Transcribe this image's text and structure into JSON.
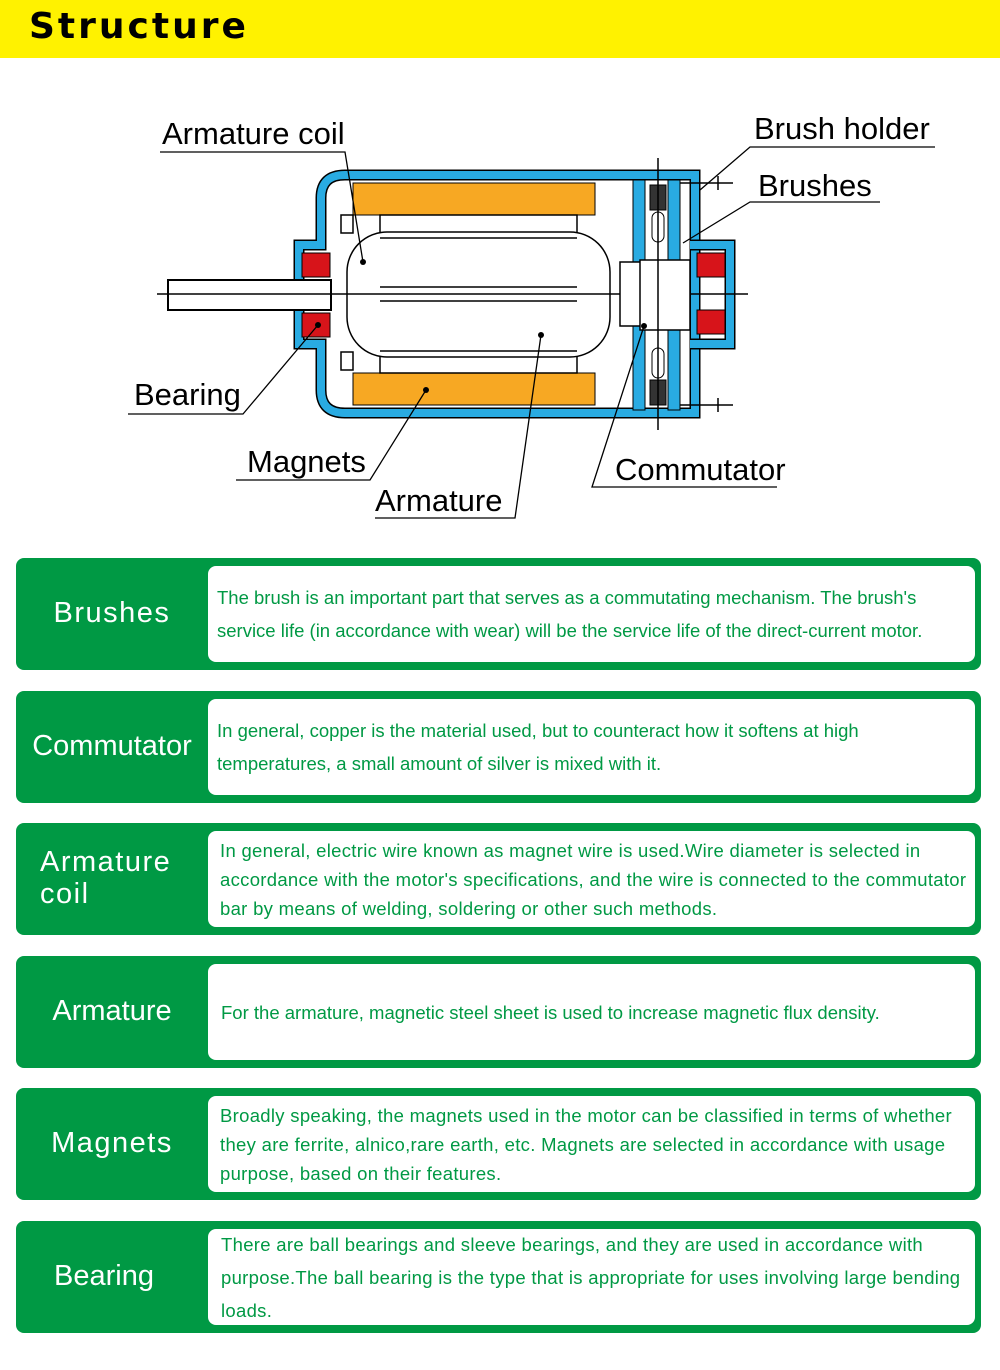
{
  "header": {
    "title": "Structure"
  },
  "diagram": {
    "labels": {
      "armature_coil": "Armature coil",
      "brush_holder": "Brush holder",
      "brushes": "Brushes",
      "bearing": "Bearing",
      "magnets": "Magnets",
      "armature": "Armature",
      "commutator": "Commutator"
    },
    "colors": {
      "housing": "#29abe2",
      "magnets": "#f7a823",
      "bearings": "#d7141a"
    }
  },
  "parts": [
    {
      "name": "Brushes",
      "description": "The brush is an important part that serves as a commutating mechanism. The brush's service life (in accordance with wear) will be the service life of the direct-current motor."
    },
    {
      "name": "Commutator",
      "description": "In general, copper is the material used, but to counteract how it softens at high temperatures, a small amount of silver is mixed with it."
    },
    {
      "name": "Armature coil",
      "description": "In general, electric wire known as magnet wire is used.Wire diameter is selected in accordance with the motor's specifications, and the wire is connected to the commutator bar by means of welding, soldering or other such methods."
    },
    {
      "name": "Armature",
      "description": "For the armature, magnetic steel sheet is used to increase magnetic flux density."
    },
    {
      "name": "Magnets",
      "description": "Broadly speaking, the magnets used in the motor can be classified in terms of whether they are ferrite, alnico,rare earth, etc. Magnets are selected in accordance with usage purpose, based on their features."
    },
    {
      "name": "Bearing",
      "description": "There are ball bearings and sleeve bearings, and they are used in accordance with purpose.The ball bearing is the type that is appropriate for uses involving large bending loads."
    }
  ],
  "theme": {
    "header_bg": "#fff200",
    "card_green": "#009944"
  }
}
